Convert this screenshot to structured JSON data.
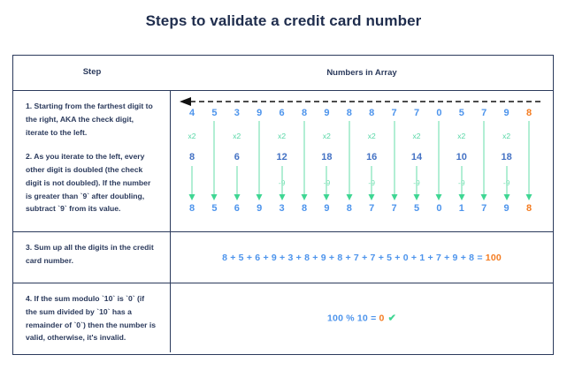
{
  "title": "Steps to validate a credit card number",
  "table": {
    "headers": {
      "step": "Step",
      "numbers": "Numbers in Array"
    },
    "rows": [
      {
        "step_paragraphs": [
          "1. Starting from the farthest digit to the right, AKA the check digit, iterate to the left.",
          "2. As you iterate to the left, every other digit is doubled (the check digit is not doubled). If the number is greater than `9` after doubling, subtract `9` from its value."
        ]
      },
      {
        "step_text": "3. Sum up all the digits in the credit card number."
      },
      {
        "step_text": "4. If the sum modulo `10` is `0` (if the sum divided by `10` has a remainder of `0`) then the number is valid, otherwise, it's invalid."
      }
    ]
  },
  "diagram": {
    "direction_arrow": "left-pointing-dashed-arrow",
    "multiply_label": "x2",
    "subtract_label": "-9",
    "check_mark": "✔",
    "columns": [
      {
        "digit": "4",
        "x2": "x2",
        "doubled": "8",
        "minus9": "",
        "result": "8",
        "highlight": false
      },
      {
        "digit": "5",
        "x2": "",
        "doubled": "",
        "minus9": "",
        "result": "5",
        "highlight": false
      },
      {
        "digit": "3",
        "x2": "x2",
        "doubled": "6",
        "minus9": "",
        "result": "6",
        "highlight": false
      },
      {
        "digit": "9",
        "x2": "",
        "doubled": "",
        "minus9": "",
        "result": "9",
        "highlight": false
      },
      {
        "digit": "6",
        "x2": "x2",
        "doubled": "12",
        "minus9": "-9",
        "result": "3",
        "highlight": false
      },
      {
        "digit": "8",
        "x2": "",
        "doubled": "",
        "minus9": "",
        "result": "8",
        "highlight": false
      },
      {
        "digit": "9",
        "x2": "x2",
        "doubled": "18",
        "minus9": "-9",
        "result": "9",
        "highlight": false
      },
      {
        "digit": "8",
        "x2": "",
        "doubled": "",
        "minus9": "",
        "result": "8",
        "highlight": false
      },
      {
        "digit": "8",
        "x2": "x2",
        "doubled": "16",
        "minus9": "-9",
        "result": "7",
        "highlight": false
      },
      {
        "digit": "7",
        "x2": "",
        "doubled": "",
        "minus9": "",
        "result": "7",
        "highlight": false
      },
      {
        "digit": "7",
        "x2": "x2",
        "doubled": "14",
        "minus9": "-9",
        "result": "5",
        "highlight": false
      },
      {
        "digit": "0",
        "x2": "",
        "doubled": "",
        "minus9": "",
        "result": "0",
        "highlight": false
      },
      {
        "digit": "5",
        "x2": "x2",
        "doubled": "10",
        "minus9": "-9",
        "result": "1",
        "highlight": false
      },
      {
        "digit": "7",
        "x2": "",
        "doubled": "",
        "minus9": "",
        "result": "7",
        "highlight": false
      },
      {
        "digit": "9",
        "x2": "x2",
        "doubled": "18",
        "minus9": "-9",
        "result": "9",
        "highlight": false
      },
      {
        "digit": "8",
        "x2": "",
        "doubled": "",
        "minus9": "",
        "result": "8",
        "highlight": true
      }
    ]
  },
  "sum_equation": {
    "expression": "8 + 5 + 6 + 9 + 3 + 8 + 9 + 8 + 7 + 7 + 5 + 0 + 1 + 7 + 9 + 8 = ",
    "result": "100"
  },
  "modulo_equation": {
    "expression": "100 % 10 = ",
    "result": "0",
    "check": "✔"
  },
  "colors": {
    "ink": "#2b3a5c",
    "digit_blue": "#4d94ec",
    "doubled_blue": "#4472c4",
    "green": "#55d6a5",
    "orange": "#f47b20"
  }
}
